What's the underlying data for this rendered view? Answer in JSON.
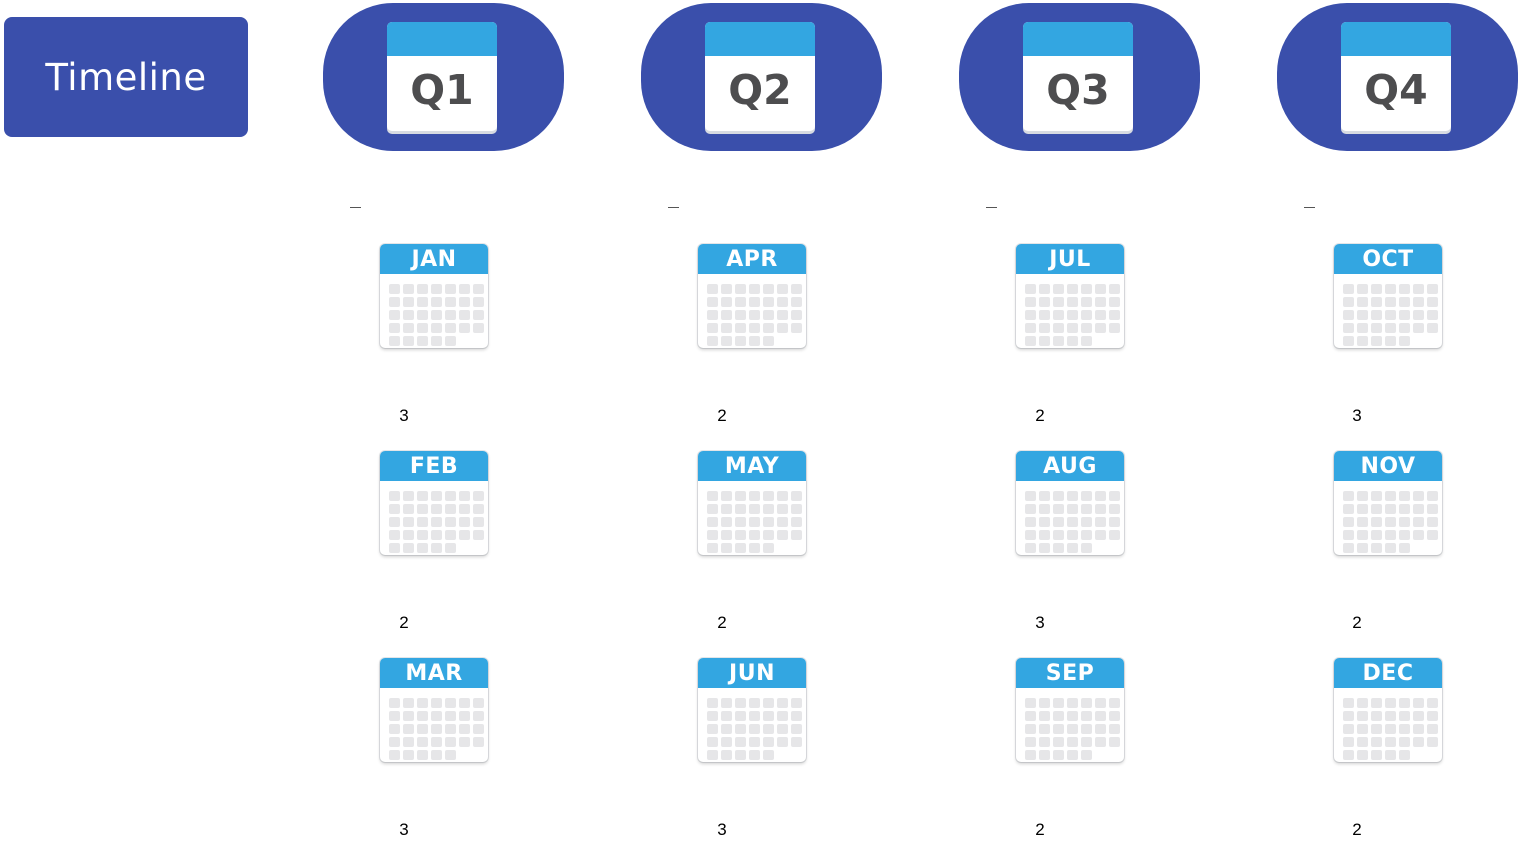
{
  "header": {
    "timeline_label": "Timeline"
  },
  "colors": {
    "navy": "#3a4fab",
    "calendar_blue": "#33a6e1",
    "label_gray": "#4d4d4f"
  },
  "quarters": [
    {
      "label": "Q1",
      "months": [
        {
          "name": "JAN",
          "count": "3"
        },
        {
          "name": "FEB",
          "count": "2"
        },
        {
          "name": "MAR",
          "count": "3"
        }
      ]
    },
    {
      "label": "Q2",
      "months": [
        {
          "name": "APR",
          "count": "2"
        },
        {
          "name": "MAY",
          "count": "2"
        },
        {
          "name": "JUN",
          "count": "3"
        }
      ]
    },
    {
      "label": "Q3",
      "months": [
        {
          "name": "JUL",
          "count": "2"
        },
        {
          "name": "AUG",
          "count": "3"
        },
        {
          "name": "SEP",
          "count": "2"
        }
      ]
    },
    {
      "label": "Q4",
      "months": [
        {
          "name": "OCT",
          "count": "3"
        },
        {
          "name": "NOV",
          "count": "2"
        },
        {
          "name": "DEC",
          "count": "2"
        }
      ]
    }
  ]
}
